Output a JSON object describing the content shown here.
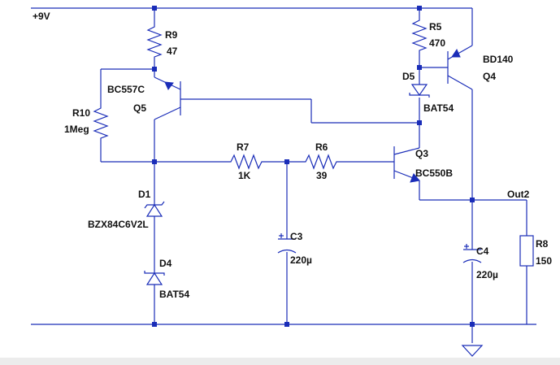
{
  "supply": {
    "label": "+9V"
  },
  "components": {
    "r9": {
      "ref": "R9",
      "value": "47"
    },
    "r5": {
      "ref": "R5",
      "value": "470"
    },
    "r10": {
      "ref": "R10",
      "value": "1Meg"
    },
    "r7": {
      "ref": "R7",
      "value": "1K"
    },
    "r6": {
      "ref": "R6",
      "value": "39"
    },
    "r8": {
      "ref": "R8",
      "value": "150"
    },
    "q5": {
      "ref": "Q5",
      "model": "BC557C"
    },
    "q3": {
      "ref": "Q3",
      "model": "BC550B"
    },
    "q4": {
      "ref": "Q4",
      "model": "BD140"
    },
    "d1": {
      "ref": "D1",
      "model": "BZX84C6V2L"
    },
    "d4": {
      "ref": "D4",
      "model": "BAT54"
    },
    "d5": {
      "ref": "D5",
      "model": "BAT54"
    },
    "c3": {
      "ref": "C3",
      "value": "220µ",
      "polarity": "+"
    },
    "c4": {
      "ref": "C4",
      "value": "220µ",
      "polarity": "+"
    }
  },
  "nets": {
    "out": "Out2"
  },
  "colors": {
    "wire": "#1a2db8",
    "text": "#111111",
    "background": "#ffffff"
  }
}
